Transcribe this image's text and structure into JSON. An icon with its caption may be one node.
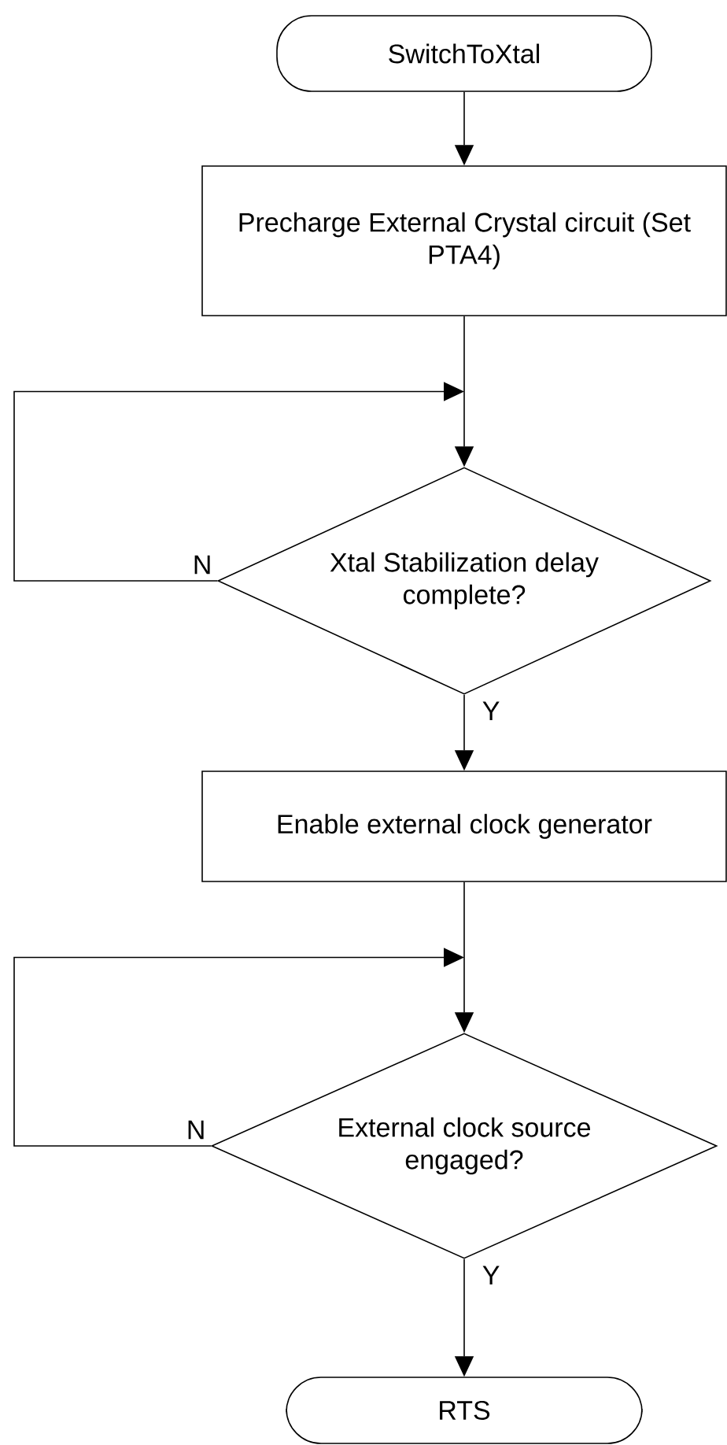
{
  "diagram": {
    "nodes": [
      {
        "text": [
          "SwitchToXtal"
        ]
      },
      {
        "text": [
          "Precharge External Crystal circuit (Set PTA4)"
        ]
      },
      {
        "text": [
          "Xtal Stabilization delay complete?"
        ]
      },
      {
        "text": [
          "Enable external clock generator"
        ]
      },
      {
        "text": [
          "External clock source engaged?"
        ]
      },
      {
        "text": [
          "RTS"
        ]
      }
    ],
    "edges": [
      {
        "from": 0,
        "to": 1,
        "arrow": "to"
      },
      {
        "from": 1,
        "to": 2,
        "arrow": "to"
      },
      {
        "from": 2,
        "to": 2,
        "arrow": "to",
        "label": "N"
      },
      {
        "from": 2,
        "to": 3,
        "arrow": "to",
        "label": "Y"
      },
      {
        "from": 3,
        "to": 4,
        "arrow": "to"
      },
      {
        "from": 4,
        "to": 4,
        "arrow": "to",
        "label": "N"
      },
      {
        "from": 4,
        "to": 5,
        "arrow": "to",
        "label": "Y"
      }
    ]
  }
}
